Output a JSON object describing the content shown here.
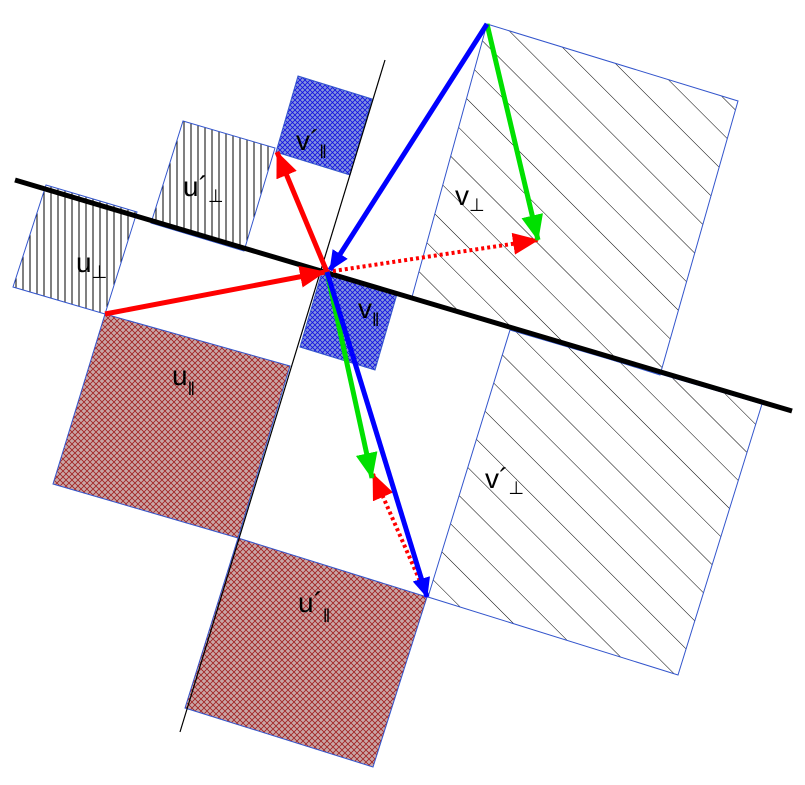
{
  "labels": {
    "u_perp": {
      "base": "u",
      "sub": "⊥"
    },
    "up_perp": {
      "base": "u´",
      "sub": "⊥"
    },
    "vp_par": {
      "base": "v´",
      "sub": "‖"
    },
    "v_perp": {
      "base": "v",
      "sub": "⊥"
    },
    "v_par": {
      "base": "v",
      "sub": "‖"
    },
    "u_par": {
      "base": "u",
      "sub": "‖"
    },
    "vp_perp": {
      "base": "v´",
      "sub": "⊥"
    },
    "up_par": {
      "base": "u´",
      "sub": "‖"
    }
  },
  "colors": {
    "red": "#ff0000",
    "green": "#00e000",
    "blue": "#0000ff",
    "outline": "#3355cc",
    "maroon_hatch": "#aa2222",
    "maroon_fill": "#c7a3a3",
    "blue_hatch": "#1a1aee",
    "blue_fill": "#7f8fd6",
    "line": "#000000"
  }
}
